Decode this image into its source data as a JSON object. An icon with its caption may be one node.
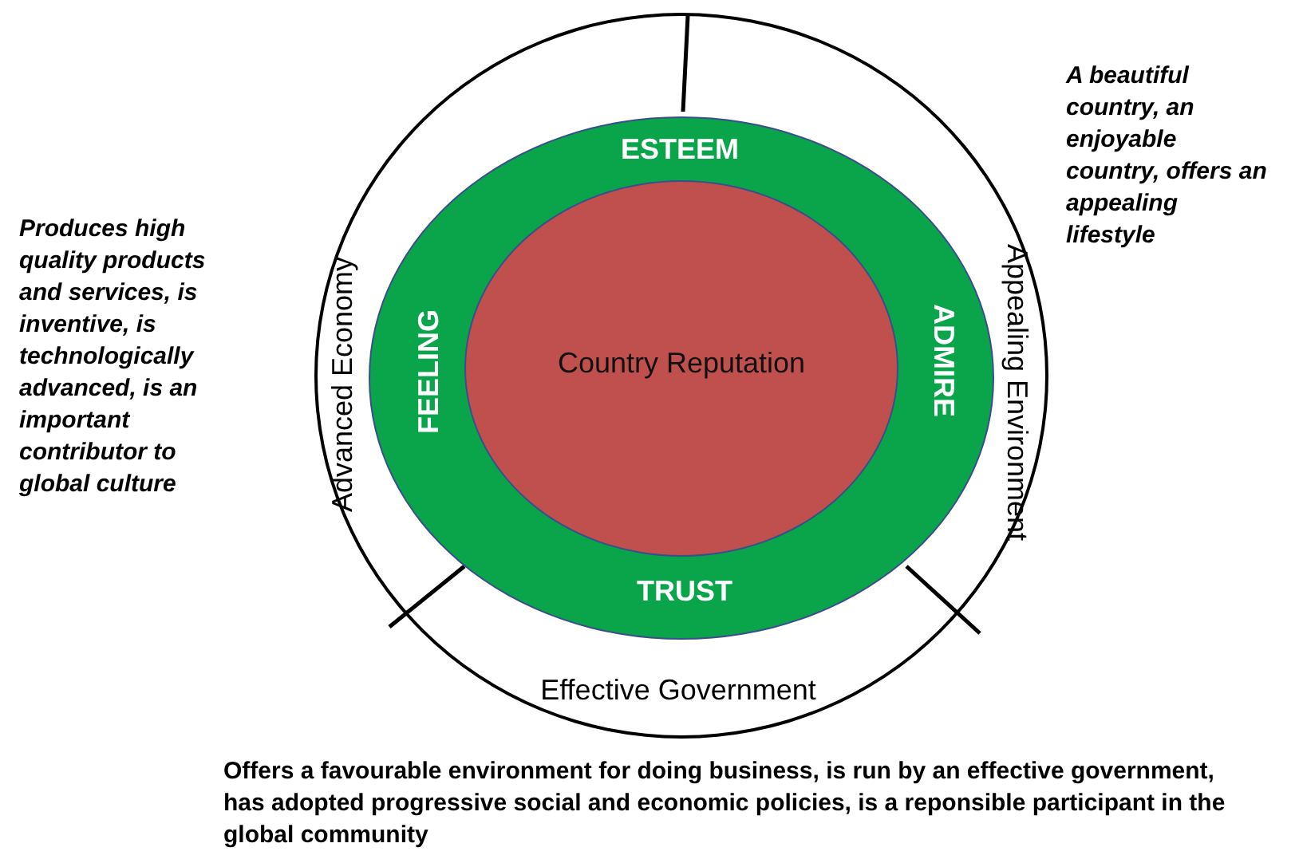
{
  "diagram": {
    "nodes": [
      {
        "text": [
          "Advanced Economy",
          "Appealing Environment",
          "Effective Government"
        ]
      },
      {
        "text": [
          "ESTEEM",
          "FEELING",
          "ADMIRE",
          "TRUST"
        ],
        "in": 0
      },
      {
        "text": [
          "Country Reputation"
        ],
        "in": 1
      }
    ],
    "labels": [
      "Produces high quality products and services, is inventive, is technologically advanced, is an important contributor to global culture",
      "A beautiful country, an enjoyable country, offers an appealing lifestyle",
      "Offers a favourable environment for doing business, is run by an effective government, has adopted progressive social and economic policies, is a reponsible participant in the global community"
    ]
  }
}
